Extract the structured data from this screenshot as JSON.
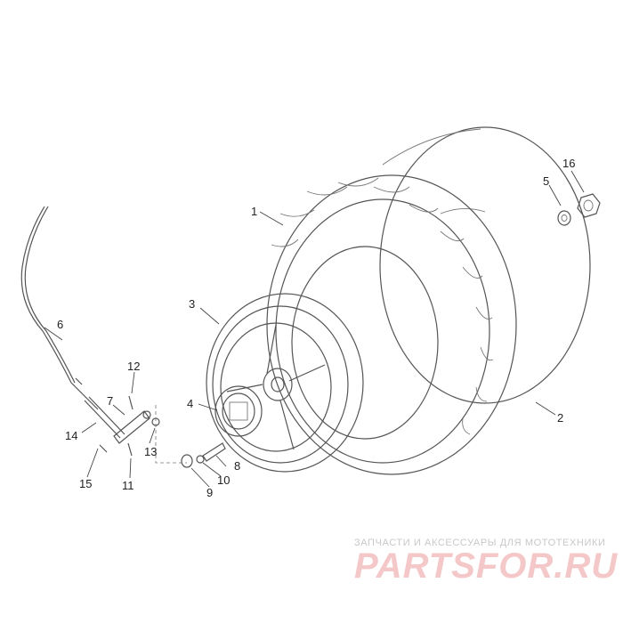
{
  "callouts": [
    "1",
    "2",
    "3",
    "4",
    "5",
    "6",
    "7",
    "8",
    "9",
    "10",
    "11",
    "12",
    "13",
    "14",
    "15",
    "16"
  ],
  "watermark": {
    "caption": "ЗАПЧАСТИ И АКСЕССУАРЫ ДЛЯ МОТОТЕХНИКИ",
    "logo": "PARTSFOR.RU"
  },
  "colors": {
    "line": "#555555",
    "text": "#222222",
    "watermark": "#f4c8c8"
  }
}
